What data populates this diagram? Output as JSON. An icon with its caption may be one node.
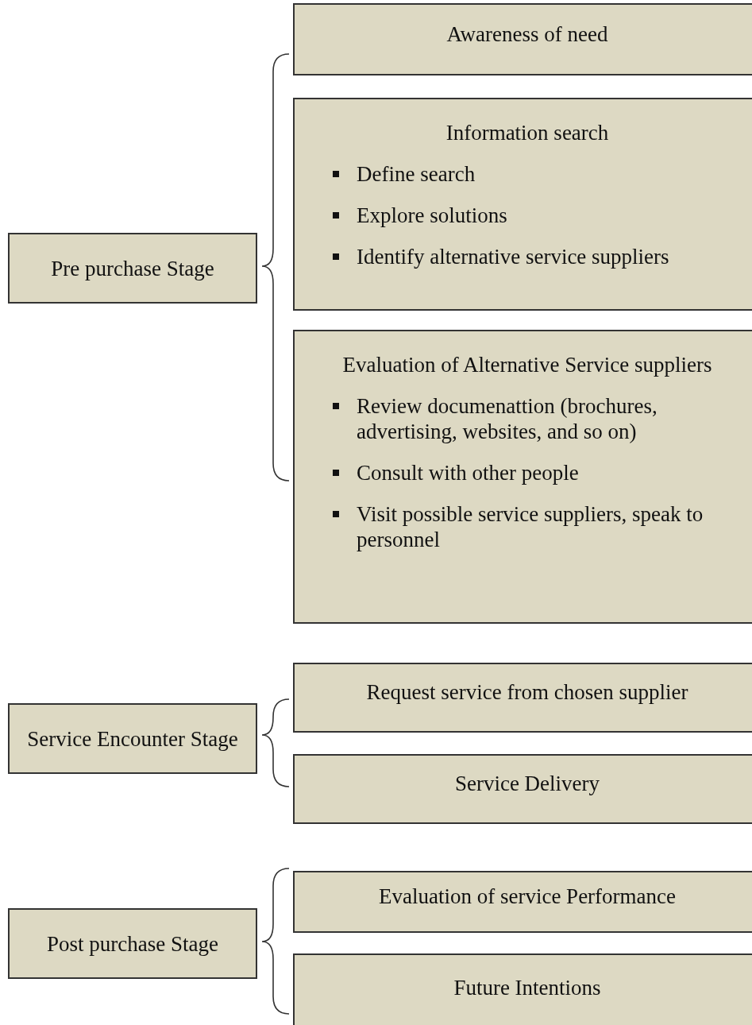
{
  "diagram": {
    "nodes": [
      {
        "text": [
          "Pre purchase Stage"
        ]
      },
      {
        "text": [
          "Awareness of need"
        ]
      },
      {
        "text": [
          "Information search",
          "Define search",
          "Explore solutions",
          "Identify alternative service suppliers"
        ]
      },
      {
        "text": [
          "Evaluation of Alternative Service suppliers",
          "Review documenattion (brochures, advertising, websites, and so on)",
          "Consult with other people",
          "Visit possible service suppliers, speak to personnel"
        ]
      },
      {
        "text": [
          "Service Encounter Stage"
        ]
      },
      {
        "text": [
          "Request service from chosen supplier"
        ]
      },
      {
        "text": [
          "Service Delivery"
        ]
      },
      {
        "text": [
          "Post purchase Stage"
        ]
      },
      {
        "text": [
          "Evaluation of service Performance"
        ]
      },
      {
        "text": [
          "Future Intentions"
        ]
      }
    ]
  }
}
